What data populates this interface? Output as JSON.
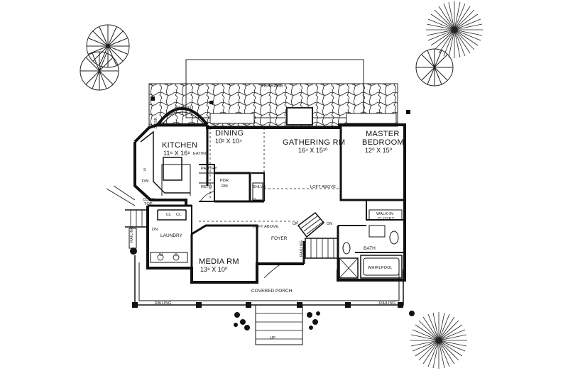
{
  "rooms": {
    "terrace": "TERRACE",
    "eating": "EATING",
    "kitchen": {
      "name": "KITCHEN",
      "dim": "11⁸ X 16⁸"
    },
    "eating_small": "EATING",
    "dining": {
      "name": "DINING",
      "dim": "10² X 10⁴"
    },
    "gathering": {
      "name": "GATHERING RM",
      "dim": "16⁴ X 15¹⁰"
    },
    "master": {
      "name1": "MASTER",
      "name2": "BEDROOM",
      "dim": "12⁰ X 15⁰"
    },
    "pdr": {
      "l1": "PDR",
      "l2": "RM"
    },
    "pantry": "PANTRY",
    "refr": "REFR",
    "shlvs": "SHLVS",
    "cl_center": "CL",
    "loft_above_1": "LOFT ABOVE",
    "loft_above_2": "LOFT ABOVE",
    "walkin": {
      "l1": "WALK-IN",
      "l2": "CLOSET"
    },
    "bath": "BATH",
    "whirlpool": "WHIRLPOOL",
    "foyer": "FOYER",
    "media": {
      "name": "MEDIA RM",
      "dim": "13⁸ X 10⁰"
    },
    "laundry": "LAUNDRY",
    "porch": "COVERED PORCH",
    "cooktop": {
      "l1": "COOK",
      "l2": "TOP"
    },
    "desk": "DESK",
    "cl_a": "CL",
    "cl_b": "CL",
    "dn_left": "DN",
    "dn_stairs": "DN",
    "up_stairs": "UP",
    "up_front": "UP",
    "railing_left": "RAILING",
    "railing_porch_l": "RAILING",
    "railing_porch_r": "RAILING",
    "railing_stair": "RAILING",
    "dw": "DW",
    "s": "S",
    "w": "W",
    "d": "D"
  }
}
